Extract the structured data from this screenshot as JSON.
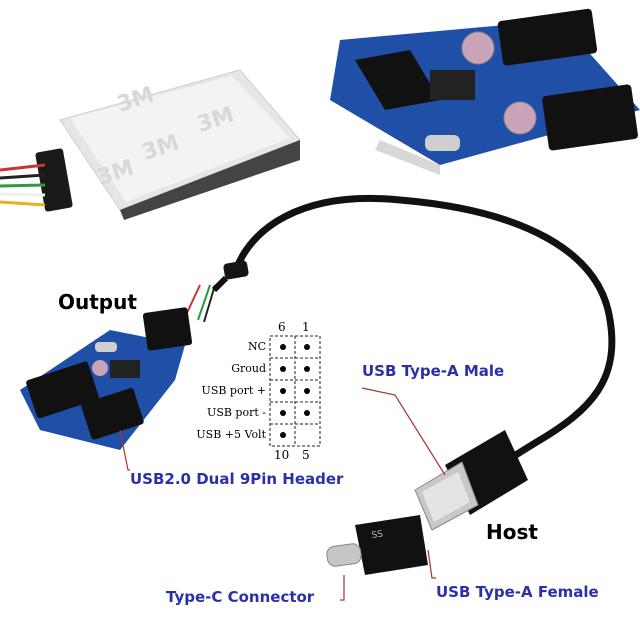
{
  "labels": {
    "output": "Output",
    "host": "Host",
    "usb_type_a_male": "USB Type-A Male",
    "usb_header": "USB2.0 Dual 9Pin Header",
    "type_c_connector": "Type-C Connector",
    "usb_type_a_female": "USB Type-A Female"
  },
  "pinout": {
    "top_numbers": [
      "6",
      "1"
    ],
    "bottom_numbers": [
      "10",
      "5"
    ],
    "rows": [
      "NC",
      "Groud",
      "USB port +",
      "USB port -",
      "USB +5 Volt"
    ]
  },
  "tape_text": "3M",
  "adapter_text": "SS",
  "colors": {
    "label_blue": "#2b2fa8",
    "leader_line": "#b03030",
    "pcb_blue": "#1f4fa6",
    "cable": "#111111"
  }
}
